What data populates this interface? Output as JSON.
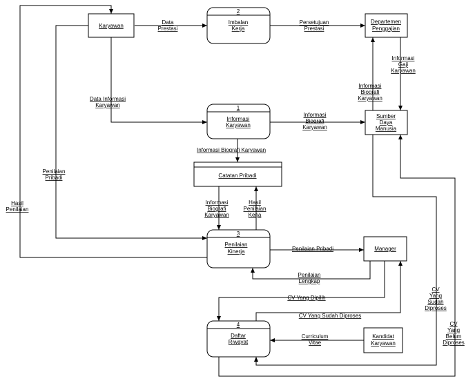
{
  "entities": {
    "karyawan": "Karyawan",
    "departemen": [
      "Departemen",
      "Penggajian"
    ],
    "sdm": [
      "Sumber",
      "Daya",
      "Manusia"
    ],
    "manager": "Manager",
    "kandidat": [
      "Kandidat",
      "Karyawan"
    ]
  },
  "processes": {
    "p2": {
      "num": "2",
      "name": [
        "Imbalan",
        "Kerja"
      ]
    },
    "p1": {
      "num": "1",
      "name": [
        "Informasi",
        "Karyawan"
      ]
    },
    "p3": {
      "num": "3",
      "name": [
        "Penilaian",
        "Kinerja"
      ]
    },
    "p4": {
      "num": "4",
      "name": [
        "Daftar",
        "Riwayat"
      ]
    }
  },
  "datastore": {
    "name": "Catatan Pribadi"
  },
  "flows": {
    "data_prestasi": [
      "Data",
      "Prestasi"
    ],
    "persetujuan_prestasi": [
      "Persetujuan",
      "Prestasi"
    ],
    "informasi_gaji_karyawan": [
      "Informasi",
      "Gaji",
      "Karyawan"
    ],
    "informasi_biografi_karyawan_sdm": [
      "Informasi",
      "Biografi",
      "Karyawan"
    ],
    "data_informasi_karyawan": [
      "Data Informasi",
      "Karyawan"
    ],
    "informasi_biografi_karyawan_p1": [
      "Informasi",
      "Biografi",
      "Karyawan"
    ],
    "informasi_biografi_karyawan_store": [
      "Informasi Biografi Karyawan"
    ],
    "penilaian_pribadi_left": [
      "Penilaian",
      "Pribadi"
    ],
    "hasil_penilaian_left": [
      "Hasil",
      "Penilaian"
    ],
    "informasi_biografi_karyawan_p3": [
      "Informasi",
      "Biografi",
      "Karyawan"
    ],
    "hasil_penilaian_kerja": [
      "Hasil",
      "Penilaian",
      "Kerja"
    ],
    "penilaian_pribadi_mgr": [
      "Penilaian Pribadi"
    ],
    "penilaian_lengkap": [
      "Penilaian",
      "Lengkap"
    ],
    "cv_yang_dipilih": [
      "CV Yang Dipilih"
    ],
    "cv_sudah_diproses_mid": [
      "CV Yang Sudah Diproses"
    ],
    "curriculum_vitae": [
      "Curriculum",
      "Vitae"
    ],
    "cv_sudah_diproses_right": [
      "CV",
      "Yang",
      "Sudah",
      "Diproses"
    ],
    "cv_belum_diproses": [
      "CV",
      "Yang",
      "Belum",
      "Diproses"
    ]
  }
}
